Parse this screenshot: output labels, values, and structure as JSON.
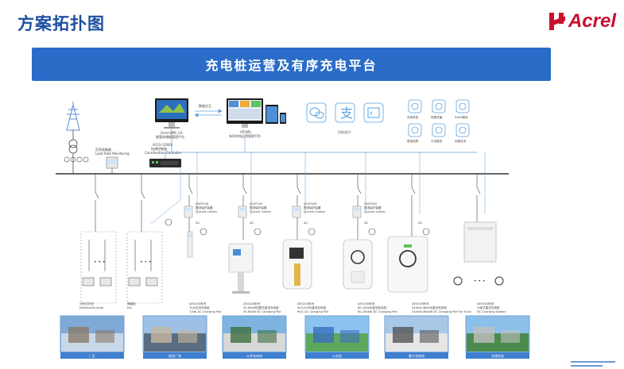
{
  "header": {
    "title": "方案拓扑图",
    "logo_text": "Acrel"
  },
  "banner": {
    "title": "充电桩运营及有序充电平台"
  },
  "top": {
    "monitor1": {
      "line1": "Acrel-EMS 3.0",
      "line2": "能管电储能管理平台"
    },
    "exchange": "数据交互",
    "monitor2": {
      "line1": "AP5MS",
      "line2": "有序充电运营管理平台"
    },
    "payment_label": "扫码支付",
    "app_icons": [
      {
        "label": "充电状态",
        "icon": "charge-status-icon"
      },
      {
        "label": "电费充值",
        "icon": "recharge-icon"
      },
      {
        "label": "SAAS服务",
        "icon": "saas-icon"
      },
      {
        "label": "费用结算",
        "icon": "settlement-icon"
      },
      {
        "label": "平台推送",
        "icon": "push-icon"
      },
      {
        "label": "远程关闭",
        "icon": "remote-off-icon"
      }
    ]
  },
  "left": {
    "load_line1": "负荷采集器",
    "load_line2": "Load Rate Monitoring",
    "coord_line1": "ACCU-100EK",
    "coord_line2": "协调控制器",
    "coord_line3": "Coordination Controller"
  },
  "limiters": [
    {
      "model": "ASCP100",
      "cn": "限流保护装置",
      "en": "Current Limiter"
    },
    {
      "model": "ASCP200",
      "cn": "限流保护装置",
      "en": "Current Limiter"
    },
    {
      "model": "ASCP300",
      "cn": "限流保护装置",
      "en": "Current Limiter"
    },
    {
      "model": "ASCP320",
      "cn": "限流保护装置",
      "en": "Current Limiter"
    }
  ],
  "signal_label": "4G",
  "stations": [
    {
      "line1": "分布式光伏",
      "line2": "Distributed Solar"
    },
    {
      "line1": "储能柜",
      "line2": "Ess"
    },
    {
      "line1": "AEV200系列",
      "line2": "7kW交流充电桩",
      "line3": "7/4W AC Charging Pile"
    },
    {
      "line1": "AEV200系列",
      "line2": "30-60kW挂壁式直流充电桩",
      "line3": "30-60kW DC Charging Pile"
    },
    {
      "line1": "AEV200系列",
      "line2": "90/120kW直流充电桩",
      "line3": "90/1 DC Charging Pile"
    },
    {
      "line1": "AEV200系列",
      "line2": "60-160kW直流充电桩",
      "line3": "60-160kW DC Charging Pile"
    },
    {
      "line1": "AEV200系列",
      "line2": "240kW-480kW直流充电桩",
      "line3": "240kW-480kW DC Charging Pile For Truck"
    },
    {
      "line1": "AEV200系列",
      "line2": "分体式直流充电桩",
      "line3": "DC Charging Station"
    }
  ],
  "photos": [
    {
      "caption": "厂区"
    },
    {
      "caption": "商业广场"
    },
    {
      "caption": "公共充电站"
    },
    {
      "caption": "公交站"
    },
    {
      "caption": "重卡充电站"
    },
    {
      "caption": "光储充站"
    }
  ],
  "colors": {
    "brand": "#1b4fa0",
    "banner": "#2a6cc8",
    "logo": "#c8102e",
    "bus": "#333333",
    "link": "#5aa0e0"
  }
}
